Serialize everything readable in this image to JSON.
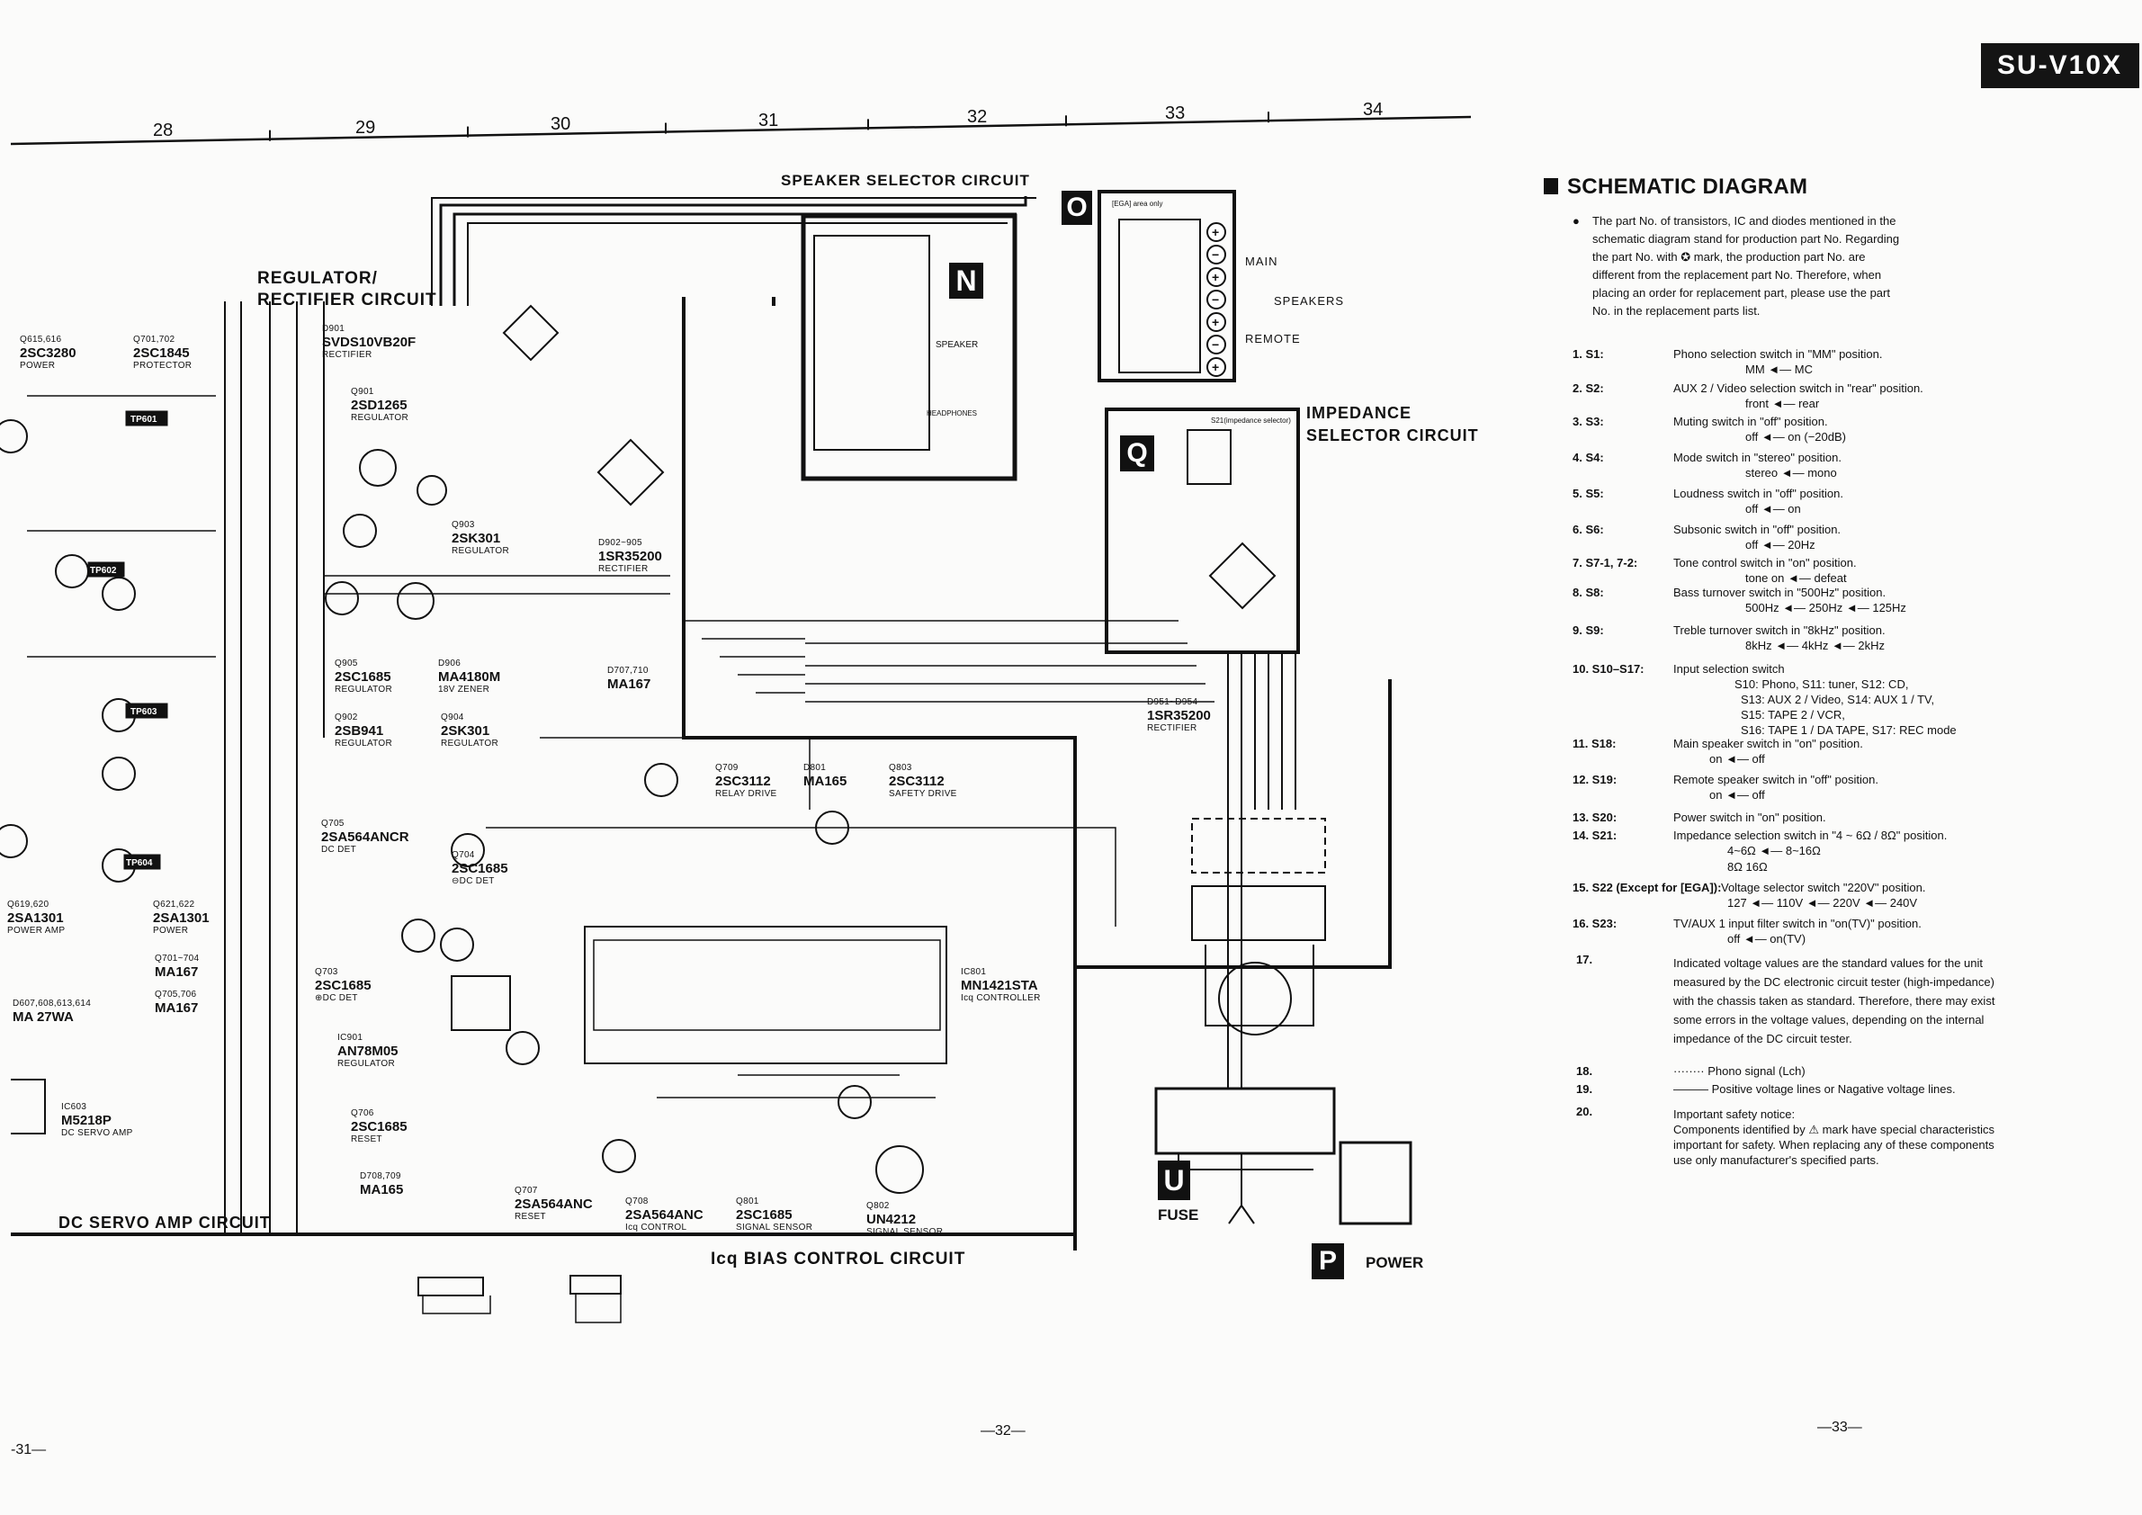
{
  "model": "SU-V10X",
  "grid_numbers": [
    "28",
    "29",
    "30",
    "31",
    "32",
    "33",
    "34"
  ],
  "circuits": {
    "speaker_selector": "SPEAKER SELECTOR CIRCUIT",
    "regulator_l1": "REGULATOR/",
    "regulator_l2": "RECTIFIER CIRCUIT",
    "impedance_l1": "IMPEDANCE",
    "impedance_l2": "SELECTOR CIRCUIT",
    "dc_servo": "DC SERVO AMP CIRCUIT",
    "icq_bias": "Icq BIAS CONTROL CIRCUIT",
    "fuse": "FUSE",
    "power": "POWER"
  },
  "block_letters": {
    "o": "O",
    "n": "N",
    "q": "Q",
    "u": "U",
    "p": "P"
  },
  "speaker_labels": {
    "main": "MAIN",
    "speakers": "SPEAKERS",
    "remote": "REMOTE",
    "speaker": "SPEAKER",
    "headphones": "HEADPHONES",
    "ega_only": "[EGA] area only",
    "s21": "S21(impedance selector)"
  },
  "parts": [
    {
      "name": "2SC3280",
      "desc": "POWER",
      "ref": "Q615,616"
    },
    {
      "name": "2SC1845",
      "desc": "PROTECTOR",
      "ref": "Q701,702"
    },
    {
      "name": "SVDS10VB20F",
      "desc": "RECTIFIER",
      "ref": "D901"
    },
    {
      "name": "2SD1265",
      "desc": "REGULATOR",
      "ref": "Q901"
    },
    {
      "name": "2SK301",
      "desc": "REGULATOR",
      "ref": "Q903"
    },
    {
      "name": "1SR35200",
      "desc": "RECTIFIER",
      "ref": "D902~905"
    },
    {
      "name": "2SC1685",
      "desc": "REGULATOR",
      "ref": "Q905"
    },
    {
      "name": "2SB941",
      "desc": "REGULATOR",
      "ref": "Q902"
    },
    {
      "name": "MA4180M",
      "desc": "18V ZENER",
      "ref": "D906"
    },
    {
      "name": "2SK301",
      "desc": "REGULATOR",
      "ref": "Q904"
    },
    {
      "name": "MA167",
      "desc": "",
      "ref": "D707,710"
    },
    {
      "name": "2SC3112",
      "desc": "RELAY DRIVE",
      "ref": "Q709"
    },
    {
      "name": "MA165",
      "desc": "",
      "ref": "D801"
    },
    {
      "name": "2SC3112",
      "desc": "SAFETY DRIVE",
      "ref": "Q803"
    },
    {
      "name": "2SA564ANCR",
      "desc": "DC DET",
      "ref": "Q705"
    },
    {
      "name": "2SC1685",
      "desc": "⊖DC DET",
      "ref": "Q704"
    },
    {
      "name": "2SA1301",
      "desc": "POWER AMP",
      "ref": "Q619,620"
    },
    {
      "name": "2SA1301",
      "desc": "POWER",
      "ref": "Q621,622"
    },
    {
      "name": "MA167",
      "desc": "",
      "ref": "Q701~704"
    },
    {
      "name": "MA167",
      "desc": "",
      "ref": "Q705,706"
    },
    {
      "name": "2SC1685",
      "desc": "⊕DC DET",
      "ref": "Q703"
    },
    {
      "name": "AN78M05",
      "desc": "REGULATOR",
      "ref": "IC901"
    },
    {
      "name": "2SC1685",
      "desc": "RESET",
      "ref": "Q706"
    },
    {
      "name": "MA165",
      "desc": "",
      "ref": "D708,709"
    },
    {
      "name": "2SA564ANC",
      "desc": "RESET",
      "ref": "Q707"
    },
    {
      "name": "2SA564ANC",
      "desc": "Icq CONTROL",
      "ref": "Q708"
    },
    {
      "name": "2SC1685",
      "desc": "SIGNAL SENSOR",
      "ref": "Q801"
    },
    {
      "name": "UN4212",
      "desc": "SIGNAL SENSOR",
      "ref": "Q802"
    },
    {
      "name": "M5218P",
      "desc": "DC SERVO AMP",
      "ref": "IC603"
    },
    {
      "name": "MA 27WA",
      "desc": "",
      "ref": "D607,608,613,614"
    },
    {
      "name": "MN1421STA",
      "desc": "Icq CONTROLLER",
      "ref": "IC801"
    },
    {
      "name": "1SR35200",
      "desc": "RECTIFIER",
      "ref": "D951~D954"
    }
  ],
  "notes": {
    "heading": "SCHEMATIC DIAGRAM",
    "intro": [
      "The part No. of transistors, IC and diodes mentioned in the",
      "schematic diagram stand for production part No. Regarding",
      "the part No. with ✪ mark, the production part No. are",
      "different from the replacement part No. Therefore, when",
      "placing an order for replacement part, please use the part",
      "No. in the replacement parts list."
    ],
    "items": [
      {
        "num": "1. S1:",
        "text": "Phono selection switch in \"MM\" position.",
        "sub": "MM ◄— MC"
      },
      {
        "num": "2. S2:",
        "text": "AUX 2 / Video selection switch in \"rear\" position.",
        "sub": "front ◄— rear"
      },
      {
        "num": "3. S3:",
        "text": "Muting switch in \"off\" position.",
        "sub": "off ◄— on (−20dB)"
      },
      {
        "num": "4. S4:",
        "text": "Mode switch in \"stereo\" position.",
        "sub": "stereo ◄— mono"
      },
      {
        "num": "5. S5:",
        "text": "Loudness switch in \"off\" position.",
        "sub": "off ◄— on"
      },
      {
        "num": "6. S6:",
        "text": "Subsonic switch in \"off\" position.",
        "sub": "off ◄— 20Hz"
      },
      {
        "num": "7. S7-1, 7-2:",
        "text": "Tone control switch in \"on\" position.",
        "sub": "tone on ◄— defeat"
      },
      {
        "num": "8. S8:",
        "text": "Bass turnover switch in \"500Hz\" position.",
        "sub": "500Hz ◄— 250Hz ◄— 125Hz"
      },
      {
        "num": "9. S9:",
        "text": "Treble turnover switch in \"8kHz\" position.",
        "sub": "8kHz ◄— 4kHz ◄— 2kHz"
      },
      {
        "num": "10. S10–S17:",
        "text": "Input selection switch",
        "sub": "S10: Phono, S11: tuner, S12: CD,"
      },
      {
        "num": "11. S18:",
        "text": "Main speaker switch in \"on\" position.",
        "sub": "on ◄— off"
      },
      {
        "num": "12. S19:",
        "text": "Remote speaker switch in \"off\" position.",
        "sub": "on ◄— off"
      },
      {
        "num": "13. S20:",
        "text": "Power switch in \"on\" position.",
        "sub": ""
      },
      {
        "num": "14. S21:",
        "text": "Impedance selection switch in \"4 ~ 6Ω / 8Ω\" position.",
        "sub": "4~6Ω  ◄—  8~16Ω"
      },
      {
        "num": "15. S22 (Except for [EGA]):",
        "text": "Voltage selector switch \"220V\" position.",
        "sub": "127 ◄— 110V ◄— 220V ◄— 240V"
      },
      {
        "num": "16. S23:",
        "text": "TV/AUX 1 input filter switch in \"on(TV)\" position.",
        "sub": "off ◄— on(TV)"
      }
    ],
    "input_lines": [
      "S13: AUX 2 / Video, S14: AUX 1 / TV,",
      "S15: TAPE 2 / VCR,",
      "S16: TAPE 1 / DA TAPE, S17: REC mode"
    ],
    "s21_line2": "8Ω           16Ω",
    "item17_num": "17.",
    "item17": [
      "Indicated voltage values are the standard values for the unit",
      "measured by the DC electronic circuit tester (high-impedance)",
      "with the chassis taken as standard. Therefore, there may exist",
      "some errors in the voltage values, depending on the internal",
      "impedance of the DC circuit tester."
    ],
    "item18_num": "18.",
    "item18": "Phono signal (Lch)",
    "item19_num": "19.",
    "item19": "Positive voltage lines or Nagative voltage lines.",
    "item20_num": "20.",
    "item20": [
      "Important safety notice:",
      "Components identified by ⚠ mark have special characteristics",
      "important for safety. When replacing any of these components",
      "use only manufacturer's specified parts."
    ]
  },
  "page_numbers": {
    "left": "-31—",
    "center": "—32—",
    "right": "—33—"
  }
}
